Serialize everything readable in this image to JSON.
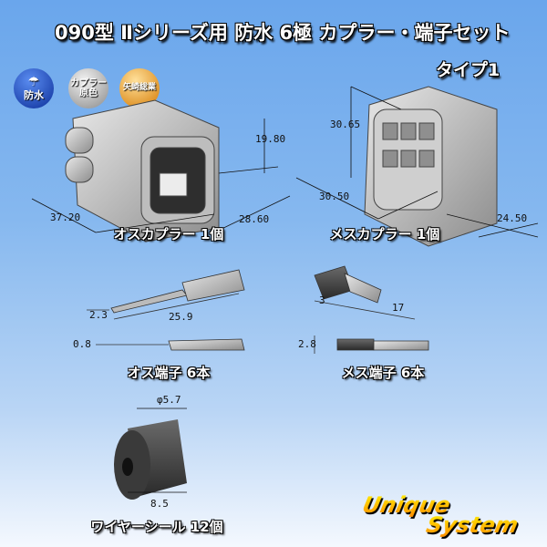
{
  "title": "090型 Ⅱシリーズ用 防水 6極 カプラー・端子セット",
  "subtitle": "タイプ1",
  "badges": [
    {
      "text": "防水",
      "icon": "umbrella-icon",
      "color": "#1d4fc4"
    },
    {
      "text_line1": "カプラー",
      "text_line2": "原色",
      "color": "#a8a8a8"
    },
    {
      "text": "矢崎総業",
      "color": "#e08a10"
    }
  ],
  "male_coupler": {
    "label": "オスカプラー 1個",
    "dims": [
      "19.80",
      "37.20",
      "28.60"
    ]
  },
  "female_coupler": {
    "label": "メスカプラー 1個",
    "dims": [
      "30.65",
      "30.50",
      "24.50"
    ]
  },
  "male_terminal": {
    "label": "オス端子 6本",
    "dims": [
      "2.3",
      "25.9",
      "0.8"
    ]
  },
  "female_terminal": {
    "label": "メス端子 6本",
    "dims": [
      "3",
      "17",
      "2.8"
    ]
  },
  "wire_seal": {
    "label": "ワイヤーシール 12個",
    "dims": [
      "φ5.7",
      "8.5"
    ]
  },
  "logo": {
    "line1": "Unique",
    "line2": "System"
  }
}
